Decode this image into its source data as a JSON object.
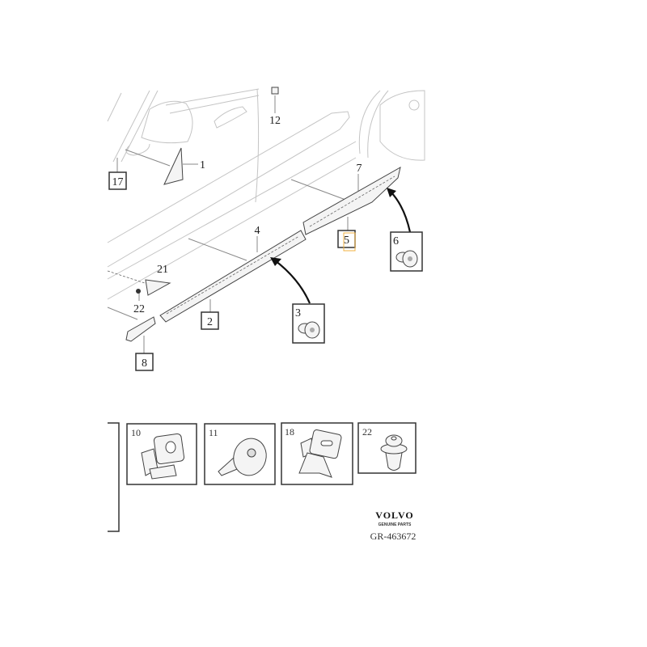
{
  "diagram": {
    "callouts": {
      "c1": "1",
      "c2": "2",
      "c3": "3",
      "c4": "4",
      "c5": "5",
      "c6": "6",
      "c7": "7",
      "c8": "8",
      "c12": "12",
      "c17": "17",
      "c21": "21",
      "c22": "22"
    },
    "highlight_color": "#f0b040",
    "fasteners": [
      {
        "label": "10"
      },
      {
        "label": "11"
      },
      {
        "label": "18"
      },
      {
        "label": "22"
      }
    ]
  },
  "brand": {
    "logo": "VOLVO",
    "tagline": "GENUINE PARTS",
    "reference": "GR-463672"
  }
}
